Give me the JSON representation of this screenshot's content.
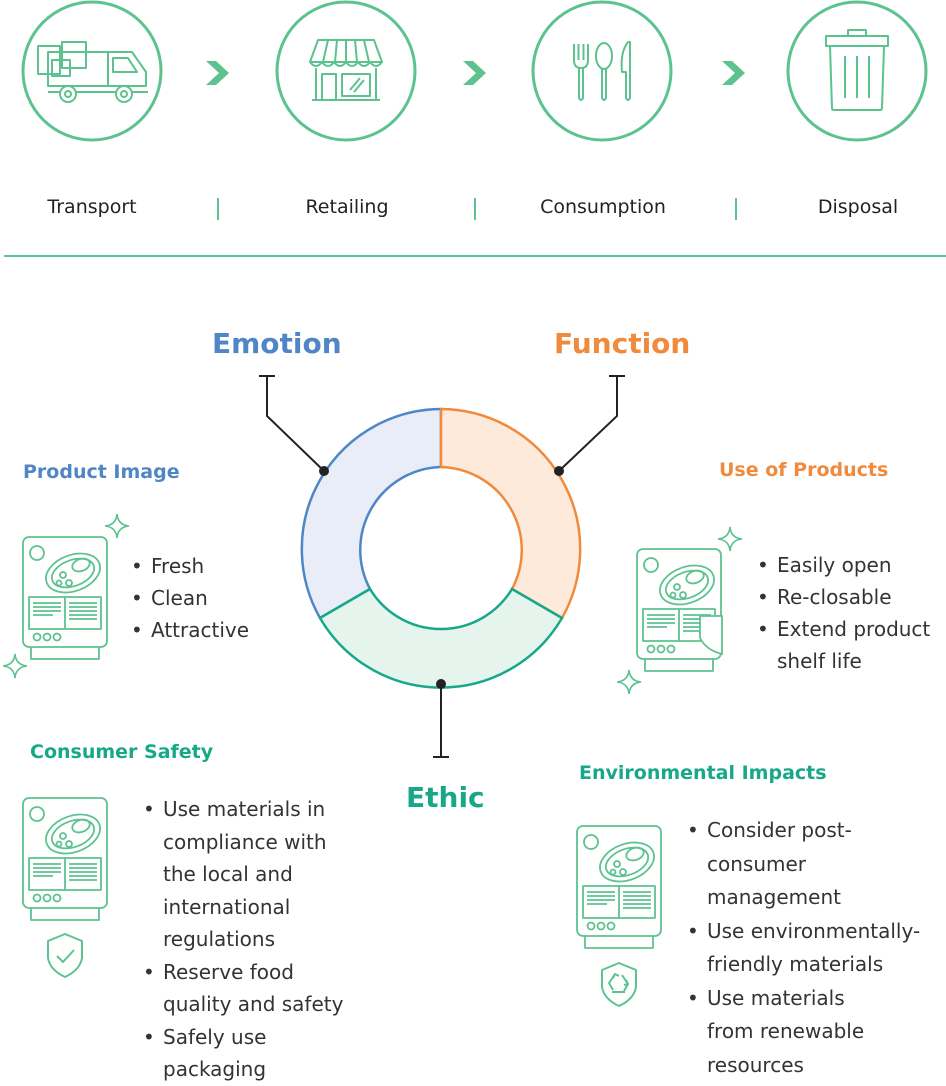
{
  "stages": [
    {
      "label": "Transport",
      "icon": "truck-icon"
    },
    {
      "label": "Retailing",
      "icon": "storefront-icon"
    },
    {
      "label": "Consumption",
      "icon": "cutlery-icon"
    },
    {
      "label": "Disposal",
      "icon": "trash-bin-icon"
    }
  ],
  "dimensions": {
    "emotion": "Emotion",
    "function": "Function",
    "ethic": "Ethic"
  },
  "sections": {
    "product_image": {
      "title": "Product Image",
      "items": [
        "Fresh",
        "Clean",
        "Attractive"
      ]
    },
    "use_of_products": {
      "title": "Use of Products",
      "items": [
        "Easily open",
        "Re-closable",
        "Extend product",
        "shelf life"
      ]
    },
    "consumer_safety": {
      "title": "Consumer Safety",
      "items": [
        "Use materials in",
        "compliance with",
        "the local and",
        "international",
        "regulations",
        "Reserve food",
        "quality and safety",
        "Safely use",
        "packaging"
      ]
    },
    "environmental_impacts": {
      "title": "Environmental Impacts",
      "items": [
        "Consider post-",
        "consumer",
        "management",
        "Use environmentally-",
        "friendly materials",
        "Use materials",
        "from renewable",
        "resources"
      ]
    }
  },
  "colors": {
    "green": "#5cc38f",
    "blue": "#4f86c6",
    "orange": "#f08a3c",
    "teal": "#17a88a",
    "dark": "#222222"
  }
}
